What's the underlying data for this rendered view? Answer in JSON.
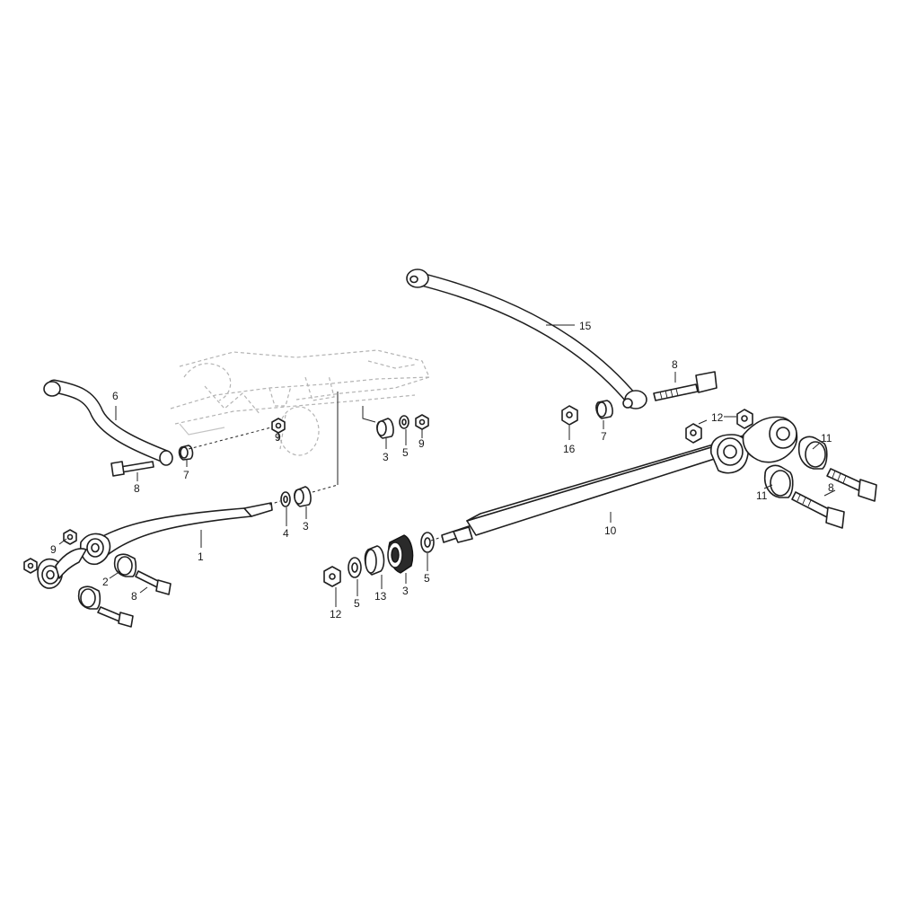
{
  "diagram": {
    "callouts": {
      "c1": "1",
      "c2": "2",
      "c3a": "3",
      "c3b": "3",
      "c3c": "3",
      "c4": "4",
      "c5a": "5",
      "c5b": "5",
      "c5c": "5",
      "c6": "6",
      "c7a": "7",
      "c7b": "7",
      "c8a": "8",
      "c8b": "8",
      "c8c": "8",
      "c8d": "8",
      "c9a": "9",
      "c9b": "9",
      "c9c": "9",
      "c10": "10",
      "c11a": "11",
      "c11b": "11",
      "c12a": "12",
      "c12b": "12",
      "c13": "13",
      "c15": "15",
      "c16": "16"
    }
  }
}
